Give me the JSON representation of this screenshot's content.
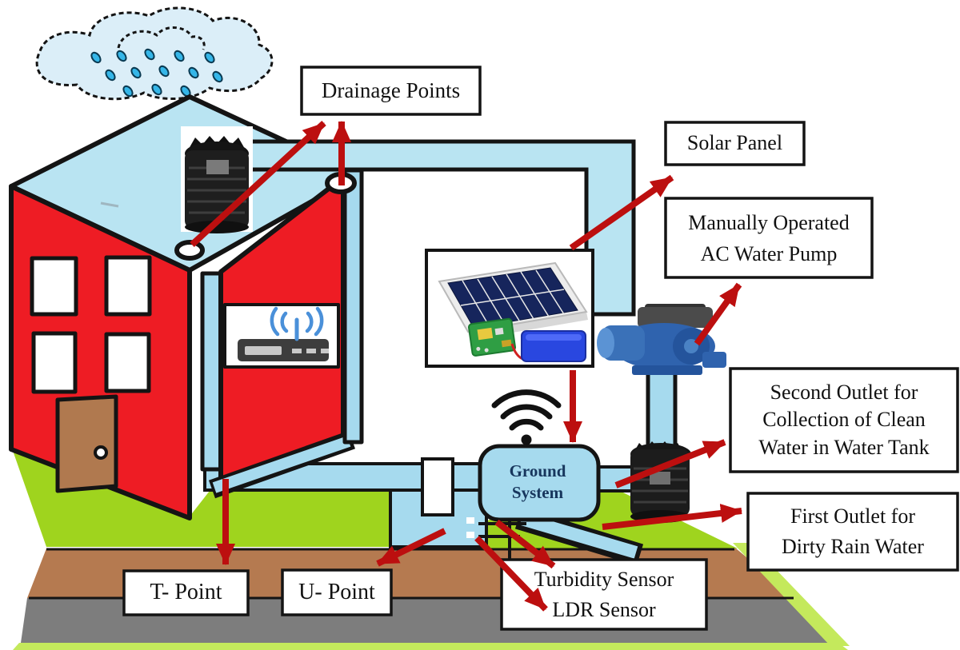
{
  "labels": {
    "drainage_points": "Drainage Points",
    "solar_panel": "Solar Panel",
    "water_pump": {
      "line1": "Manually Operated",
      "line2": "AC Water Pump"
    },
    "second_outlet": {
      "line1": "Second Outlet for",
      "line2": "Collection of Clean",
      "line3": "Water in Water Tank"
    },
    "first_outlet": {
      "line1": "First Outlet for",
      "line2": "Dirty Rain Water"
    },
    "t_point": "T- Point",
    "u_point": "U- Point",
    "sensors": {
      "line1": "Turbidity Sensor",
      "line2": "LDR Sensor"
    },
    "ground_system": {
      "line1": "Ground",
      "line2": "System"
    }
  },
  "colors": {
    "house_red": "#ee1c24",
    "roof_blue": "#b9e4f2",
    "pipe_blue": "#a6daee",
    "cloud_blue": "#dbeef8",
    "lawn_green": "#9fd41e",
    "edge_green": "#c4e95c",
    "soil_brown": "#b57a50",
    "road_gray": "#7d7d7d",
    "door_brown": "#b0794f",
    "arrow_red": "#bc0f0f",
    "ground_text_navy": "#17365d",
    "label_border": "#141414",
    "solar_cell_blue": "#16255c",
    "pump_blue": "#2f63ae",
    "battery_blue": "#2947e0",
    "pcb_green": "#2f9e44",
    "wifi_blue": "#4a90d9",
    "raindrop_blue": "#35b6e8"
  },
  "icons": {
    "cloud": "rain-cloud-icon",
    "raindrop": "raindrop-icon",
    "wifi": "wifi-signal-icon",
    "router": "wifi-router-icon",
    "solar": "solar-panel-photo",
    "pump": "water-pump-photo",
    "tank": "water-tank-photo",
    "drainage": "drainage-hole-icon"
  }
}
